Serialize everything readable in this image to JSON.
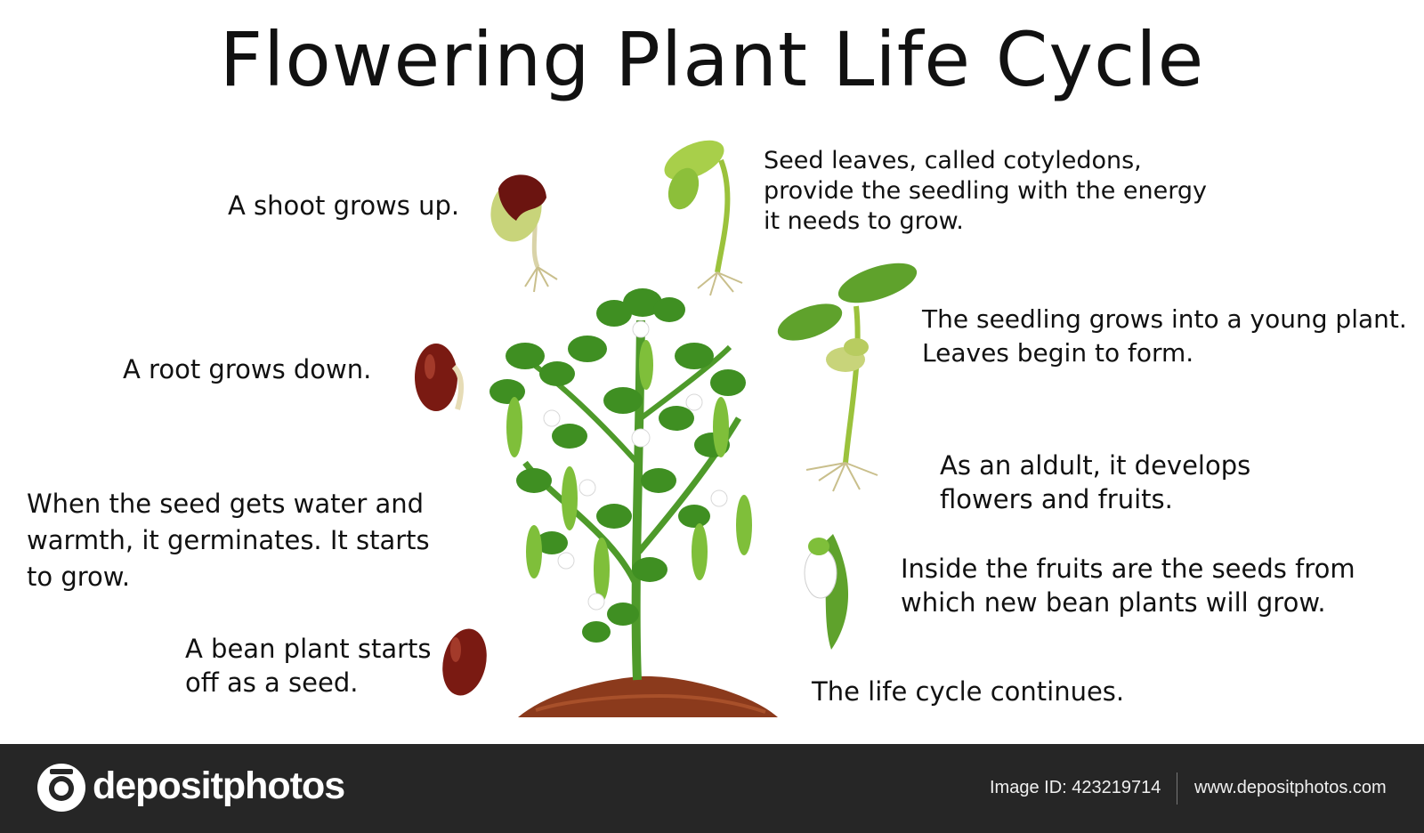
{
  "title": "Flowering Plant Life Cycle",
  "captions": {
    "shoot": [
      "A  shoot grows up."
    ],
    "cotyledons": [
      "Seed  leaves, called cotyledons,",
      "provide the seedling with the energy",
      "it needs to grow."
    ],
    "root": [
      "A  root grows  down."
    ],
    "seedling": [
      "The seedling grows into a young plant.",
      "Leaves begin to form."
    ],
    "adult": [
      "As an aldult, it develops",
      "flowers and fruits."
    ],
    "germinate": [
      "When the seed gets water and",
      "warmth, it  germinates. It starts",
      "to grow."
    ],
    "fruits": [
      "Inside the fruits are the  seeds from",
      "which new bean plants will grow."
    ],
    "seed": [
      "A bean plant starts",
      "off as a seed."
    ],
    "continues": [
      "The life cycle continues."
    ]
  },
  "footer": {
    "logo_text": "depositphotos",
    "image_id": "Image ID: 423219714",
    "website": "www.depositphotos.com"
  },
  "colors": {
    "leaf": "#4e9a2a",
    "leaf_light": "#8cc63f",
    "seed": "#7a1a12",
    "soil": "#8b3a1c",
    "footer_bg": "#262626"
  },
  "icons": [
    "camera-logo-icon"
  ]
}
